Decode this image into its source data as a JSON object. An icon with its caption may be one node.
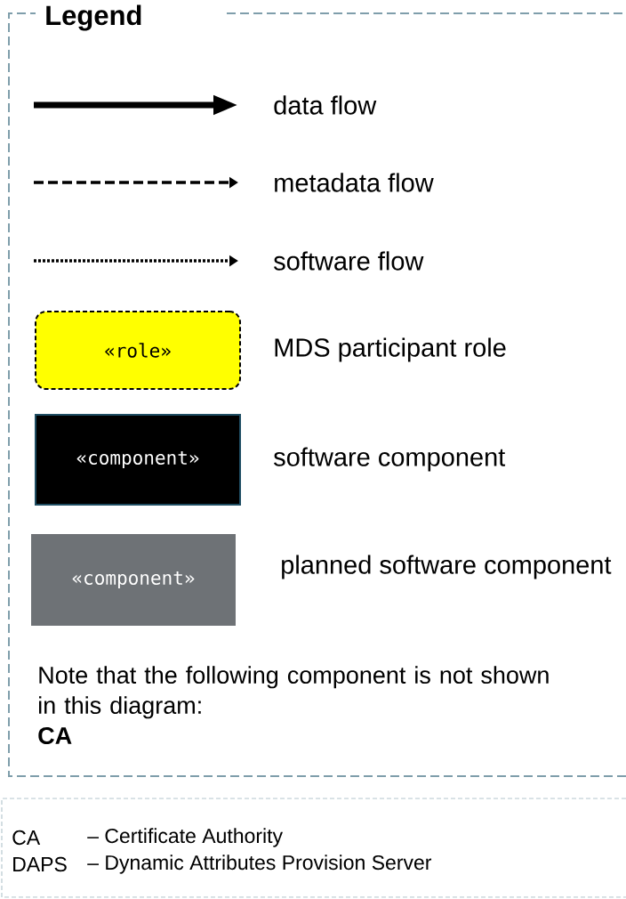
{
  "diagram": {
    "nodes": [
      {
        "text": [
          "Legend",
          "Note that the following component is not shown in this diagram:",
          "**CA**"
        ]
      },
      {
        "text": [
          "«role»"
        ],
        "in": 0
      },
      {
        "text": [
          "«component»"
        ],
        "in": 0
      },
      {
        "text": [
          "«component»"
        ],
        "in": 0
      },
      {
        "text": [
          "CA",
          "– Certificate Authority",
          "DAPS",
          "– Dynamic Attributes Provision Server"
        ]
      }
    ],
    "legend": [
      {
        "text": "data flow"
      },
      {
        "text": "metadata flow"
      },
      {
        "text": "software flow"
      },
      {
        "text": "MDS participant role",
        "color": "#ffff00"
      },
      {
        "text": "software component",
        "color": "#000000"
      },
      {
        "text": "planned software component",
        "color": "#6e7276"
      }
    ]
  }
}
